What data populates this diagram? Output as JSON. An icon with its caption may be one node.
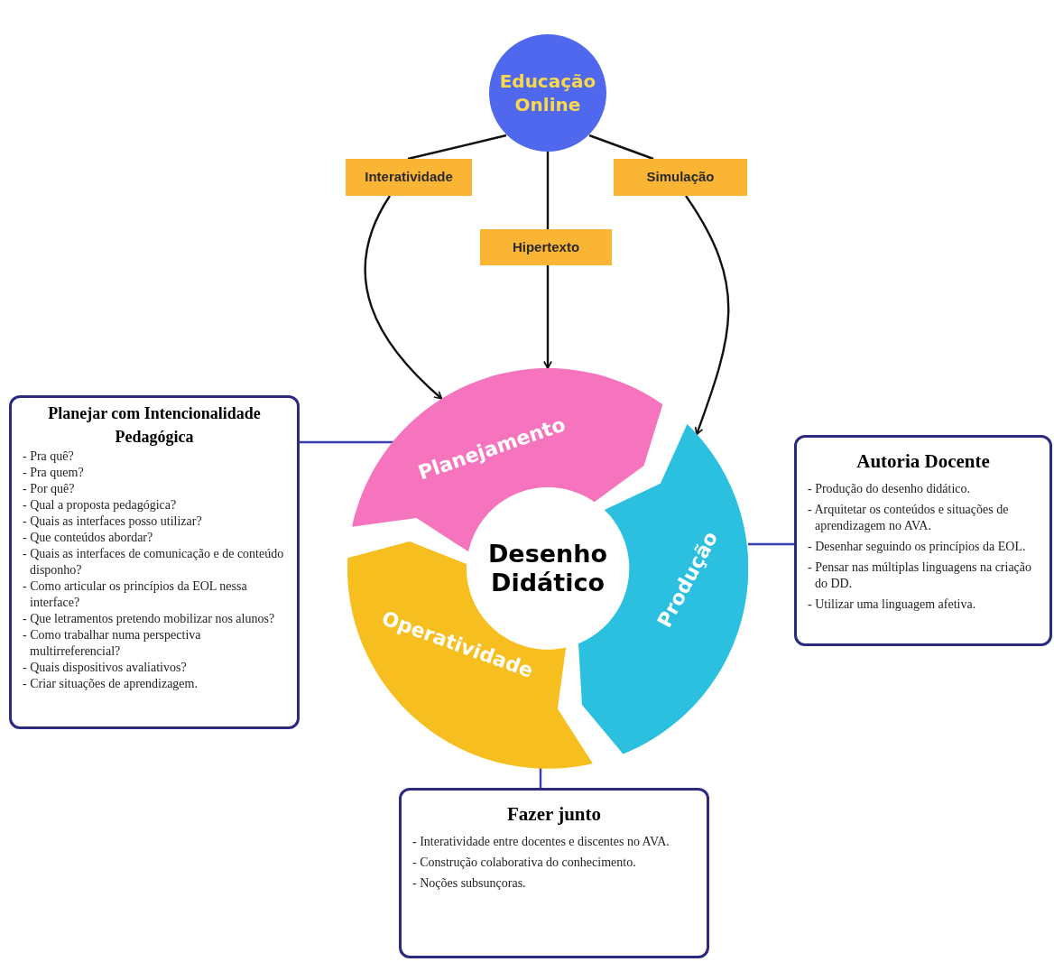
{
  "diagram": {
    "nodes": [
      {
        "text": [
          "Educação Online"
        ]
      },
      {
        "text": [
          "Interatividade"
        ]
      },
      {
        "text": [
          "Hipertexto"
        ]
      },
      {
        "text": [
          "Simulação"
        ]
      },
      {
        "text": [
          "Planejamento"
        ]
      },
      {
        "text": [
          "Produção"
        ]
      },
      {
        "text": [
          "Operatividade"
        ]
      },
      {
        "text": [
          "Desenho Didático"
        ]
      },
      {
        "text": [
          "Planejar com Intencionalidade Pedagógica",
          "- Pra quê?",
          "- Pra quem?",
          "- Por quê?",
          "- Qual a proposta pedagógica?",
          "- Quais as interfaces posso utilizar?",
          "- Que conteúdos abordar?",
          "- Quais as interfaces de comunicação e de conteúdo disponho?",
          "- Como articular os princípios da EOL nessa interface?",
          "- Que letramentos pretendo mobilizar nos alunos?",
          "- Como trabalhar numa perspectiva multirreferencial?",
          "- Quais dispositivos avaliativos?",
          "- Criar situações de aprendizagem."
        ]
      },
      {
        "text": [
          "Autoria Docente",
          "- Produção do desenho didático.",
          "- Arquitetar os conteúdos e situações de aprendizagem no AVA.",
          "- Desenhar seguindo os princípios da EOL.",
          "- Pensar nas múltiplas linguagens na criação do DD.",
          "- Utilizar uma linguagem afetiva."
        ]
      },
      {
        "text": [
          "Fazer junto",
          "- Interatividade entre docentes e discentes no AVA.",
          "- Construção colaborativa do conhecimento.",
          "- Noções subsunçoras."
        ]
      }
    ],
    "edges": [
      {
        "from": 0,
        "to": 1,
        "arrow": "none"
      },
      {
        "from": 0,
        "to": 2,
        "arrow": "none"
      },
      {
        "from": 0,
        "to": 3,
        "arrow": "none"
      },
      {
        "from": 1,
        "to": 4,
        "arrow": "to"
      },
      {
        "from": 2,
        "to": 4,
        "arrow": "to"
      },
      {
        "from": 3,
        "to": 5,
        "arrow": "to"
      },
      {
        "from": 8,
        "to": 4,
        "arrow": "none",
        "color": "#3b3fae"
      },
      {
        "from": 5,
        "to": 9,
        "arrow": "none",
        "color": "#3b3fae"
      },
      {
        "from": 6,
        "to": 10,
        "arrow": "none",
        "color": "#3b3fae"
      }
    ]
  }
}
